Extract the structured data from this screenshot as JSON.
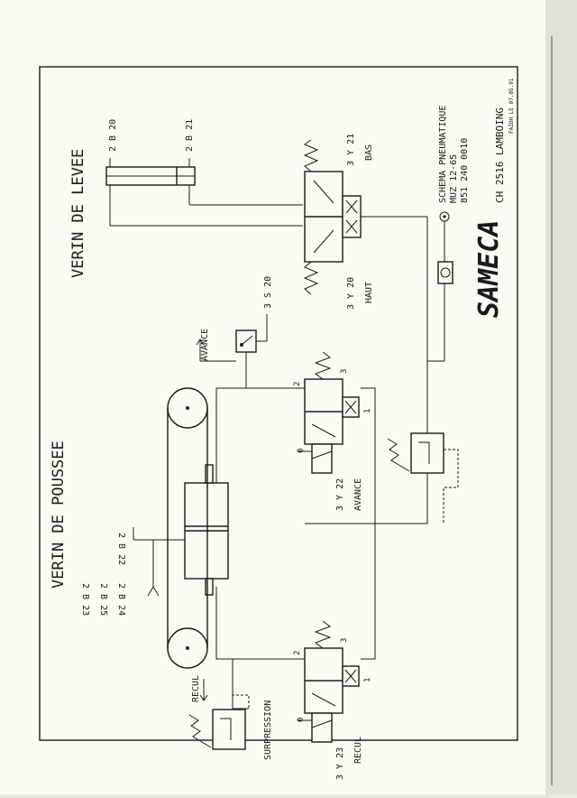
{
  "colors": {
    "paper": "#fbfaf7",
    "ink": "#1a1a1a",
    "background": "#e9e7e2"
  },
  "titles": {
    "lift": "VERIN DE LEVEE",
    "push": "VERIN DE POUSSEE"
  },
  "cylinders": {
    "lift_top": "2 B 20",
    "lift_bottom": "2 B 21",
    "push": [
      "2 B 22",
      "2 B 23",
      "2 B 24",
      "2 B 25"
    ]
  },
  "valves": {
    "bas": {
      "id": "3 Y 21",
      "label": "BAS"
    },
    "haut": {
      "id": "3 Y 20",
      "label": "HAUT"
    },
    "avance": {
      "id": "3 Y 22",
      "label": "AVANCE",
      "ports": [
        "2",
        "1",
        "3"
      ],
      "zero": "0"
    },
    "recul": {
      "id": "3 Y 23",
      "label": "RECUL",
      "ports": [
        "2",
        "1",
        "3"
      ],
      "zero": "0"
    }
  },
  "switch": {
    "id": "3 S 20"
  },
  "arrows": {
    "avance": "AVANCE",
    "recul": "RECUL"
  },
  "surpression": "SURPRESSION",
  "title_block": {
    "schema": "SCHEMA PNEUMATIQUE",
    "muz": "MUZ 12-65",
    "number": "851 240 0010",
    "company": "CH 2516 LAMBOING",
    "date": "FAIDH LE 07.05.91",
    "logo": "SAMECA"
  },
  "icons": [
    "pressure-switch-icon",
    "pressure-regulator-icon",
    "manometer-icon",
    "solenoid-icon",
    "spring-icon"
  ]
}
